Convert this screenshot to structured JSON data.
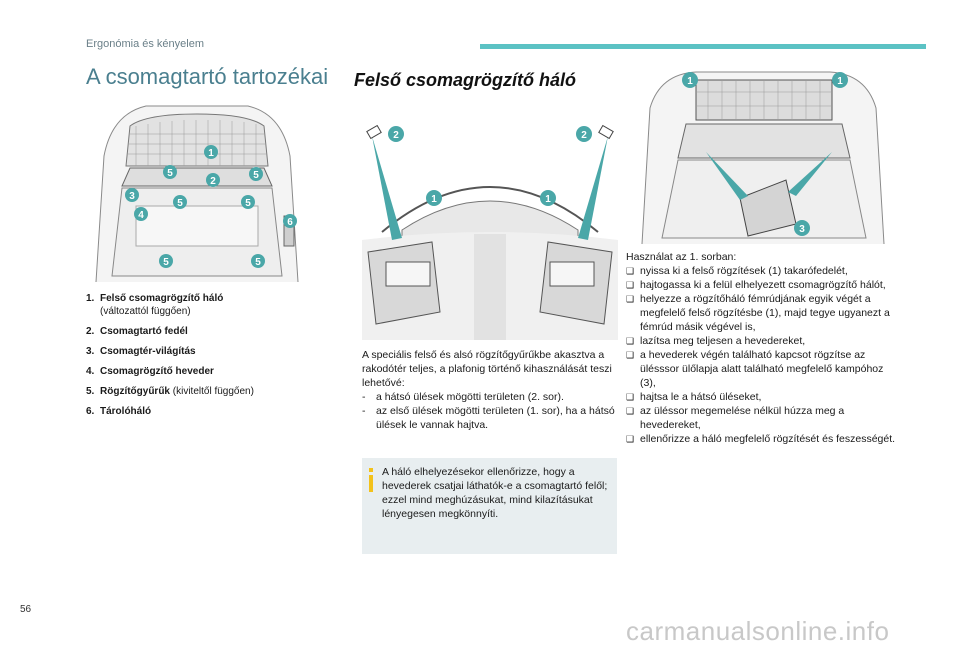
{
  "header": {
    "section": "Ergonómia és kényelem"
  },
  "title": "A csomagtartó tartozékai",
  "subtitle": "Felső csomagrögzítő háló",
  "list": [
    {
      "num": "1.",
      "bold": "Felső csomagrögzítő háló",
      "rest": "(változattól függően)"
    },
    {
      "num": "2.",
      "bold": "Csomagtartó fedél",
      "rest": ""
    },
    {
      "num": "3.",
      "bold": "Csomagtér-világítás",
      "rest": ""
    },
    {
      "num": "4.",
      "bold": "Csomagrögzítő heveder",
      "rest": ""
    },
    {
      "num": "5.",
      "bold": "Rögzítőgyűrűk",
      "rest": " (kiviteltől függően)"
    },
    {
      "num": "6.",
      "bold": "Tárolóháló",
      "rest": ""
    }
  ],
  "middle": {
    "intro": "A speciális felső és alsó rögzítőgyűrűkbe akasztva a rakodótér teljes, a plafonig történő kihasználását teszi lehetővé:",
    "dashes": [
      "a hátsó ülések mögötti területen (2. sor).",
      "az első ülések mögötti területen (1. sor), ha a hátsó ülések le vannak hajtva."
    ],
    "info": "A háló elhelyezésekor ellenőrizze, hogy a hevederek csatjai láthatók-e a csomagtartó felől; ezzel mind meghúzásukat, mind kilazításukat lényegesen megkönnyíti."
  },
  "right": {
    "intro": "Használat az 1. sorban:",
    "steps": [
      "nyissa ki a felső rögzítések (1) takarófedelét,",
      "hajtogassa ki a felül elhelyezett csomagrögzítő hálót,",
      "helyezze a rögzítőháló fémrúdjának egyik végét a megfelelő felső rögzítésbe (1), majd tegye ugyanezt a fémrúd másik végével is,",
      "lazítsa meg teljesen a hevedereket,",
      "a hevederek végén található kapcsot rögzítse az ülésssor ülőlapja alatt található megfelelő kampóhoz (3),",
      "hajtsa le a hátsó üléseket,",
      "az üléssor megemelése nélkül húzza meg a hevedereket,",
      "ellenőrizze a háló megfelelő rögzítését és feszességét."
    ],
    "check": "❑"
  },
  "diagrams": {
    "trunk_badges": [
      "1",
      "5",
      "5",
      "2",
      "3",
      "5",
      "5",
      "4",
      "6",
      "5",
      "5"
    ],
    "interior_badges": [
      "2",
      "2",
      "1",
      "1"
    ],
    "net_badges": [
      "1",
      "1",
      "3"
    ],
    "accent": "#4aa7a8"
  },
  "footer": {
    "page": "56",
    "watermark": "carmanualsonline.info"
  }
}
